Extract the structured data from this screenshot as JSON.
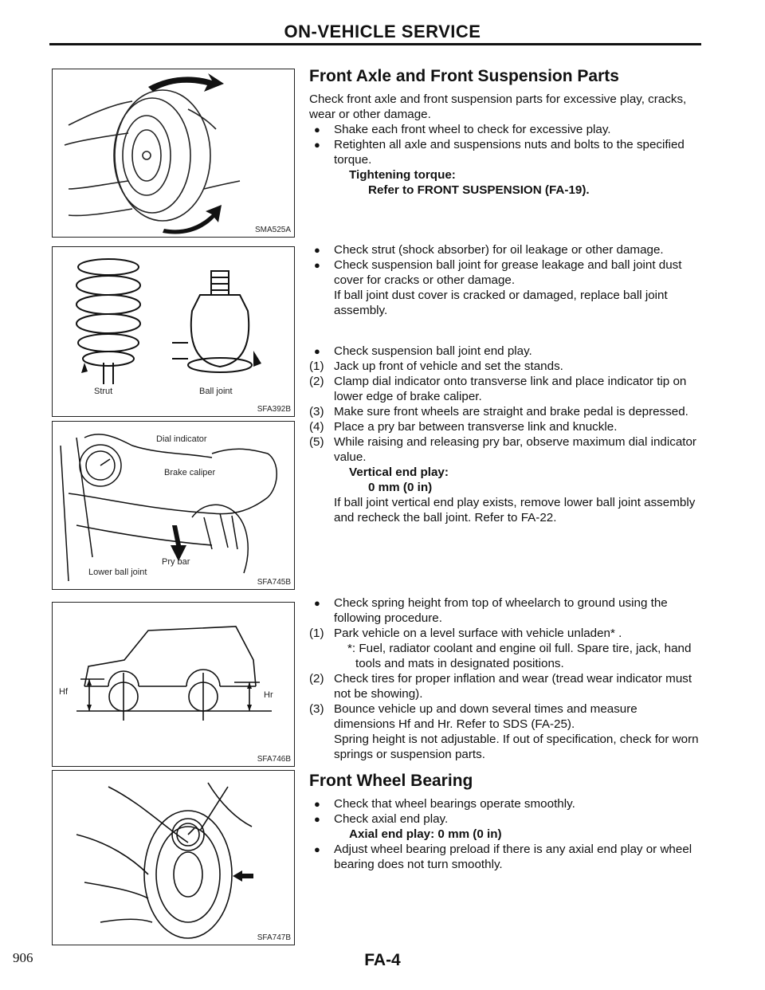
{
  "header": {
    "title": "ON-VEHICLE SERVICE"
  },
  "figures": {
    "fig1": {
      "code": "SMA525A"
    },
    "fig2": {
      "code": "SFA392B",
      "label_strut": "Strut",
      "label_ball": "Ball joint"
    },
    "fig3": {
      "code": "SFA745B",
      "label_dial": "Dial indicator",
      "label_caliper": "Brake caliper",
      "label_pry": "Pry bar",
      "label_lower": "Lower ball joint"
    },
    "fig4": {
      "code": "SFA746B",
      "label_hf": "Hf",
      "label_hr": "Hr"
    },
    "fig5": {
      "code": "SFA747B"
    }
  },
  "section1": {
    "title": "Front Axle and Front Suspension Parts",
    "intro": "Check front axle and front suspension parts for excessive play, cracks, wear or other damage.",
    "b1": "Shake each front wheel to check for excessive play.",
    "b2": "Retighten all axle and suspensions nuts and bolts to the specified torque.",
    "torque_label": "Tightening torque:",
    "torque_ref": "Refer to FRONT SUSPENSION (FA-19)."
  },
  "section2": {
    "b1": "Check strut (shock absorber) for oil leakage or other damage.",
    "b2": "Check suspension ball joint for grease leakage and ball joint dust cover for cracks or other damage.",
    "b2_note": "If ball joint dust cover is cracked or damaged, replace ball joint assembly."
  },
  "section3": {
    "b1": "Check suspension ball joint end play.",
    "s1_num": "(1)",
    "s1": "Jack up front of vehicle and set the stands.",
    "s2_num": "(2)",
    "s2": "Clamp dial indicator onto transverse link and place indicator tip on lower edge of brake caliper.",
    "s3_num": "(3)",
    "s3": "Make sure front wheels are straight and brake pedal is depressed.",
    "s4_num": "(4)",
    "s4": "Place a pry bar between transverse link and knuckle.",
    "s5_num": "(5)",
    "s5": "While raising and releasing pry bar, observe maximum dial indicator value.",
    "spec_label": "Vertical end play:",
    "spec_value": "0 mm (0 in)",
    "note": "If ball joint vertical end play exists, remove lower ball joint assembly and recheck the ball joint. Refer to FA-22."
  },
  "section4": {
    "b1": "Check spring height from top of wheelarch to ground using the following procedure.",
    "s1_num": "(1)",
    "s1": "Park vehicle on a level surface with vehicle unladen* .",
    "s1_note": "*: Fuel, radiator coolant and engine oil full. Spare tire, jack, hand tools and mats in designated positions.",
    "s2_num": "(2)",
    "s2": "Check tires for proper inflation and wear (tread wear indicator must not be showing).",
    "s3_num": "(3)",
    "s3": "Bounce vehicle up and down several times and measure dimensions Hf and Hr. Refer to SDS (FA-25).",
    "s3_note": "Spring height is not adjustable. If out of specification, check for worn springs or suspension parts."
  },
  "section5": {
    "title": "Front Wheel Bearing",
    "b1": "Check that wheel bearings operate smoothly.",
    "b2": "Check axial end play.",
    "spec": "Axial end play: 0 mm (0 in)",
    "b3": "Adjust wheel bearing preload if there is any axial end play or wheel bearing does not turn smoothly."
  },
  "footer": {
    "page_number": "906",
    "page_code": "FA-4"
  }
}
